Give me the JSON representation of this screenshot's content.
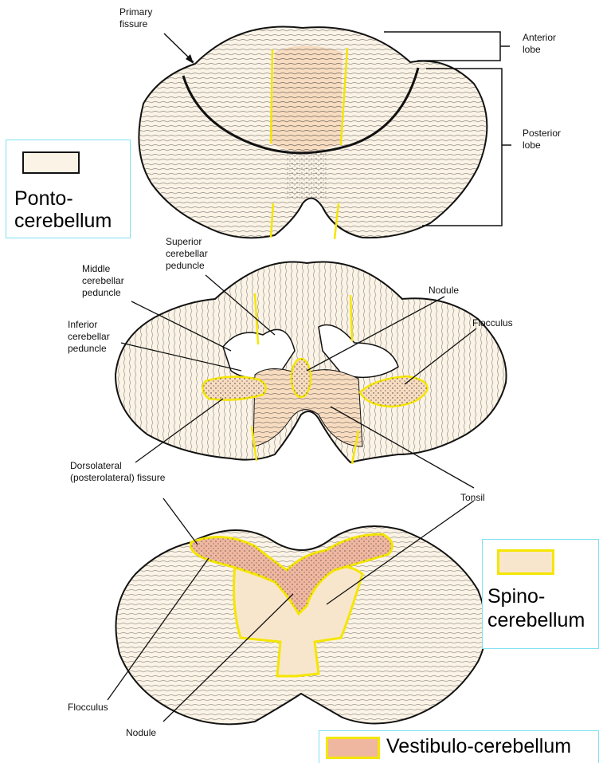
{
  "labels": {
    "primary_fissure": "Primary fissure",
    "anterior_lobe": "Anterior lobe",
    "posterior_lobe": "Posterior lobe",
    "superior_peduncle": "Superior cerebellar peduncle",
    "middle_peduncle": "Middle cerebellar peduncle",
    "inferior_peduncle": "Inferior cerebellar peduncle",
    "nodule_top": "Nodule",
    "flocculus_top": "Flocculus",
    "dorsolateral_fissure": "Dorsolateral (posterolateral) fissure",
    "tonsil": "Tonsil",
    "flocculus_bottom": "Flocculus",
    "nodule_bottom": "Nodule"
  },
  "legend": {
    "ponto_line1": "Ponto-",
    "ponto_line2": "cerebellum",
    "spino_line1": "Spino-",
    "spino_line2": "cerebellum",
    "vestibulo": "Vestibulo-cerebellum"
  },
  "colors": {
    "ponto": "#fbf3e6",
    "spino": "#f8e6cc",
    "vestibulo": "#f0b7a0",
    "outline_yellow": "#f5e600",
    "legend_border": "#7fe0f0"
  }
}
